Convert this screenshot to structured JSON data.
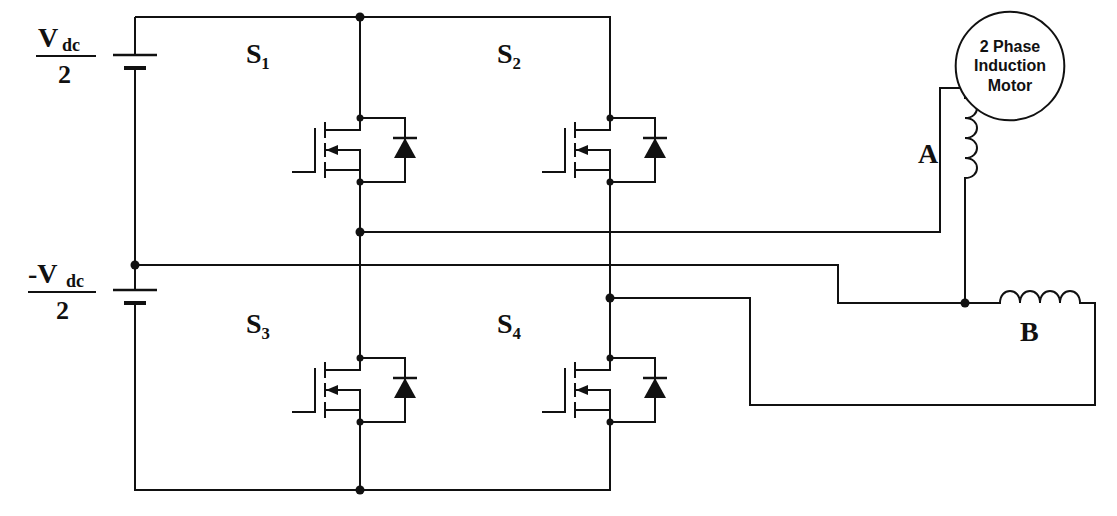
{
  "diagram": {
    "nodes": [
      {
        "text": [
          "2 Phase Induction Motor"
        ]
      }
    ],
    "labels": [
      "S₁",
      "S₂",
      "V",
      "dc",
      "2",
      "A",
      "S₃",
      "S₄",
      "-V",
      "dc",
      "2",
      "B"
    ]
  }
}
